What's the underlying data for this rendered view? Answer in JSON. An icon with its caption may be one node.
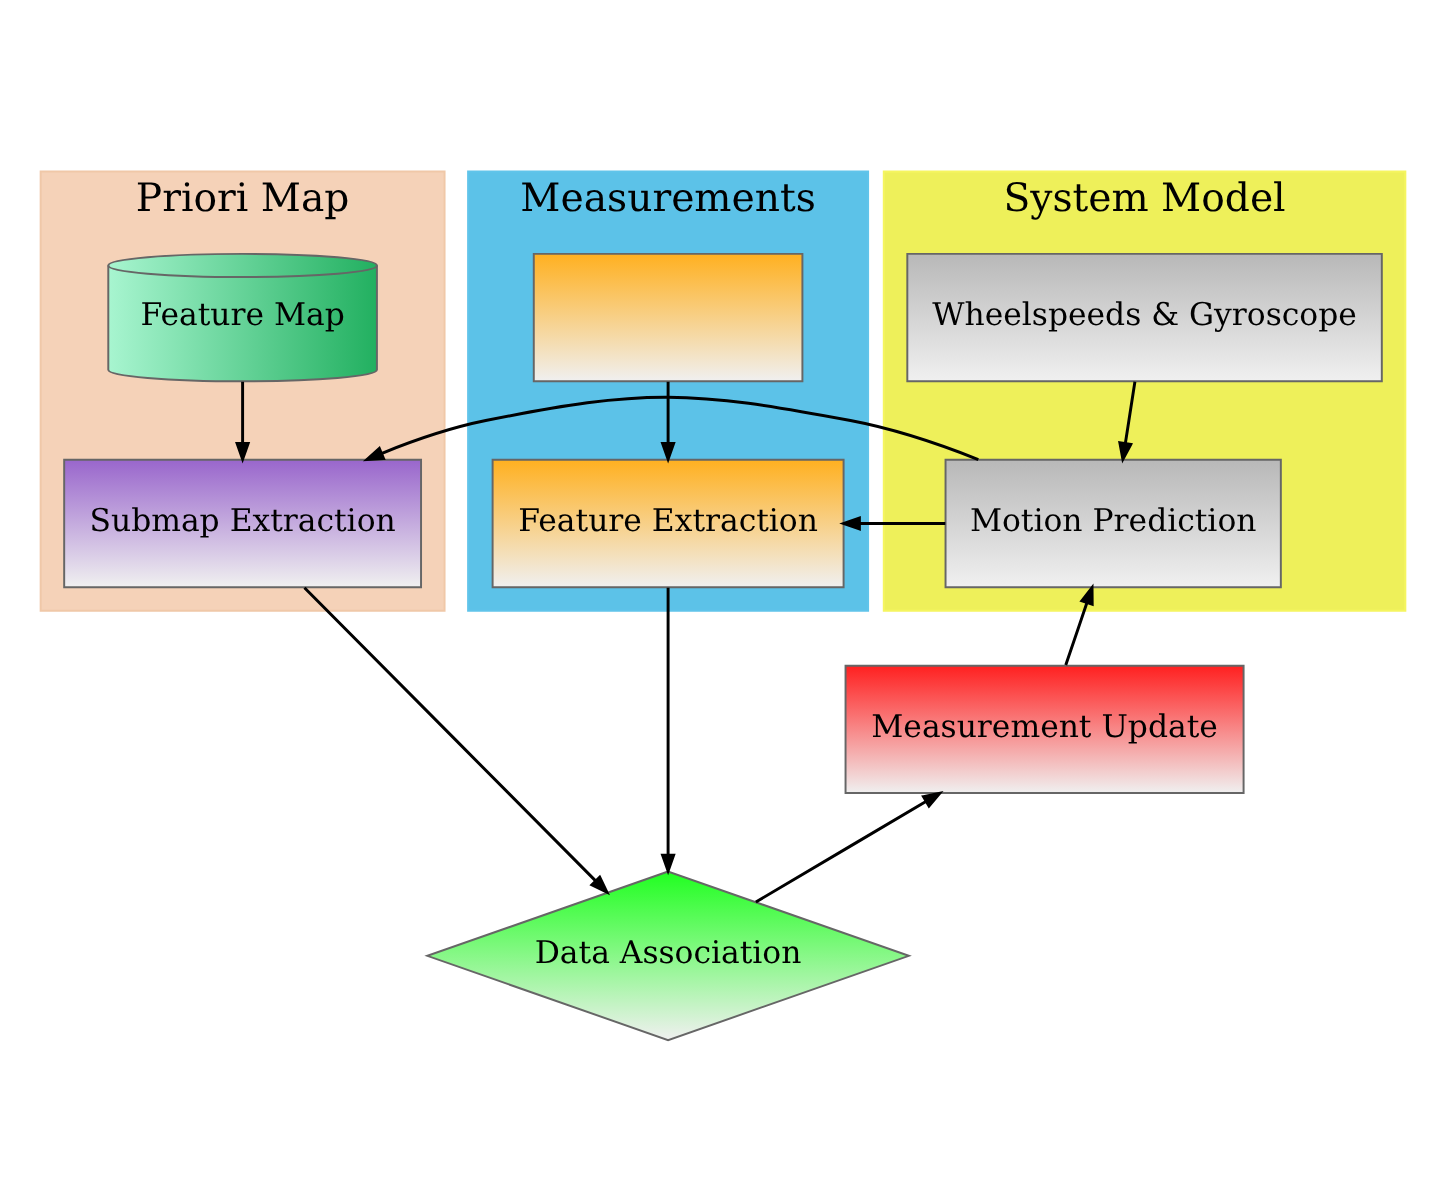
{
  "diagram": {
    "nodes": [
      {
        "text": [
          "Priori Map"
        ]
      },
      {
        "text": [
          "Feature Map"
        ],
        "in": 0
      },
      {
        "text": [
          "Submap Extraction"
        ],
        "in": 0
      },
      {
        "text": [
          "System Model"
        ]
      },
      {
        "text": [
          "Wheelspeeds & Gyroscope"
        ],
        "in": 3
      },
      {
        "text": [
          "Motion Prediction"
        ],
        "in": 3
      },
      {
        "text": [
          "Measurements"
        ]
      },
      {
        "text": [],
        "shape": "box",
        "in": 6
      },
      {
        "text": [
          "Feature Extraction"
        ],
        "in": 6
      },
      {
        "text": [
          "Measurement Update"
        ]
      },
      {
        "text": [
          "Data Association"
        ]
      }
    ],
    "edges": [
      {
        "from": 1,
        "to": 2,
        "arrow": "to"
      },
      {
        "from": 4,
        "to": 5,
        "arrow": "to"
      },
      {
        "from": 5,
        "to": 2,
        "arrow": "to"
      },
      {
        "from": 5,
        "to": 8,
        "arrow": "to"
      },
      {
        "from": 7,
        "to": 8,
        "arrow": "to"
      },
      {
        "from": 2,
        "to": 10,
        "arrow": "to"
      },
      {
        "from": 8,
        "to": 10,
        "arrow": "to"
      },
      {
        "from": 10,
        "to": 9,
        "arrow": "to"
      },
      {
        "from": 9,
        "to": 5,
        "arrow": "to"
      }
    ]
  }
}
